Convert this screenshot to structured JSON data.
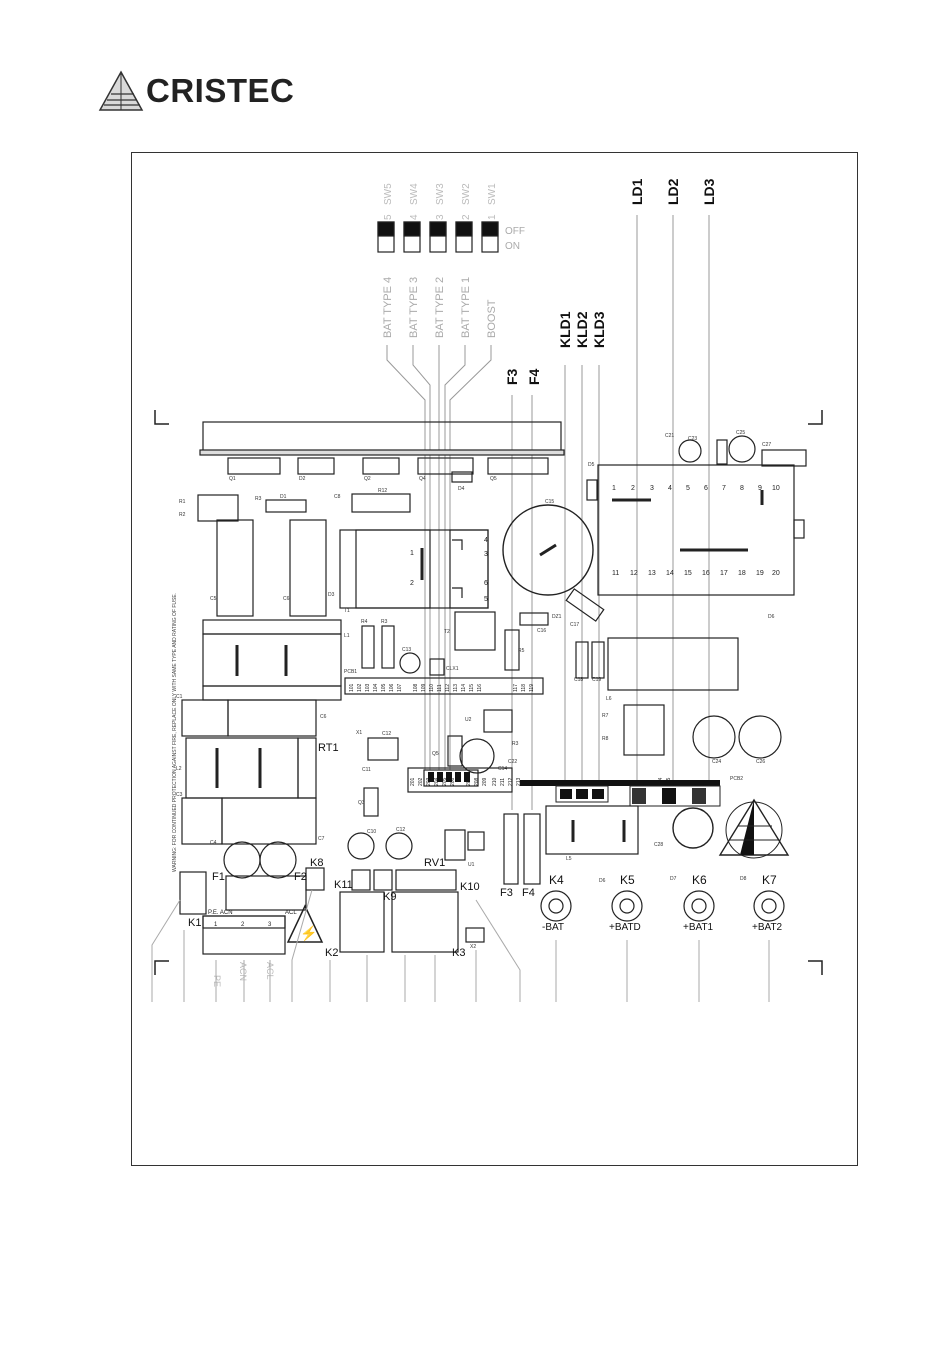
{
  "brand": {
    "name": "CRISTEC"
  },
  "switches": {
    "numbers": [
      "SW5",
      "SW4",
      "SW3",
      "SW2",
      "SW1"
    ],
    "positions": [
      "5",
      "4",
      "3",
      "2",
      "1"
    ],
    "off_label": "OFF",
    "on_label": "ON",
    "functions": [
      "BAT TYPE 4",
      "BAT TYPE 3",
      "BAT TYPE 2",
      "BAT TYPE 1",
      "BOOST"
    ]
  },
  "leds": [
    "LD1",
    "LD2",
    "LD3"
  ],
  "kleds": [
    "KLD1",
    "KLD2",
    "KLD3"
  ],
  "fuses_top": [
    "F3",
    "F4"
  ],
  "ac_terminals": {
    "terminal_block": "K1",
    "pins": [
      "1",
      "2",
      "3"
    ],
    "pin_names": [
      "PE",
      "ACN",
      "ACL"
    ],
    "header_text": "P.E. ACN",
    "acl_text": "ACL"
  },
  "board_labels": {
    "F1": "F1",
    "F2": "F2",
    "K8": "K8",
    "K2": "K2",
    "K3": "K3",
    "K9": "K9",
    "K10": "K10",
    "K11": "K11",
    "RV1": "RV1",
    "RT1": "RT1",
    "F3": "F3",
    "F4": "F4"
  },
  "dc_outputs": [
    {
      "connector": "K4",
      "label": "-BAT"
    },
    {
      "connector": "K5",
      "label": "+BATD"
    },
    {
      "connector": "K6",
      "label": "+BAT1"
    },
    {
      "connector": "K7",
      "label": "+BAT2"
    }
  ],
  "small_labels": {
    "C1": "C1",
    "C2": "C2",
    "C3": "C3",
    "C4": "C4",
    "C5": "C5",
    "C6": "C6",
    "C7": "C7",
    "C8": "C8",
    "C9": "C9",
    "C10": "C10",
    "C11": "C11",
    "C12": "C12",
    "C13": "C13",
    "C14": "C14",
    "C15": "C15",
    "C16": "C16",
    "C17": "C17",
    "C18": "C18",
    "C19": "C19",
    "C21": "C21",
    "C22": "C22",
    "C23": "C23",
    "C24": "C24",
    "C25": "C25",
    "C26": "C26",
    "C27": "C27",
    "C28": "C28",
    "Q1": "Q1",
    "Q2": "Q2",
    "Q3": "Q3",
    "Q4": "Q4",
    "Q5": "Q5",
    "D1": "D1",
    "D2": "D2",
    "D3": "D3",
    "D4": "D4",
    "D5": "D5",
    "D6": "D6",
    "D7": "D7",
    "D8": "D8",
    "R1": "R1",
    "R2": "R2",
    "R3": "R3",
    "R4": "R4",
    "R5": "R5",
    "R6": "R6",
    "R7": "R7",
    "R8": "R8",
    "R12": "R12",
    "L1": "L1",
    "L2": "L2",
    "L3": "L3",
    "L4": "L4",
    "L5": "L5",
    "L6": "L6",
    "T1": "T1",
    "T2": "T2",
    "U1": "U1",
    "U2": "U2",
    "X1": "X1",
    "X2": "X2",
    "DZ1": "DZ1",
    "CLX1": "CLX1",
    "PCB1": "PCB1",
    "PCB2": "PCB2"
  },
  "pcb1_pins": [
    "101",
    "102",
    "103",
    "104",
    "105",
    "106",
    "107",
    "108",
    "109",
    "110",
    "111",
    "112",
    "113",
    "114",
    "115",
    "116",
    "117",
    "118",
    "119"
  ],
  "pcb2_pins": [
    "201",
    "202",
    "203",
    "204",
    "205",
    "206",
    "207",
    "208",
    "209",
    "210",
    "211",
    "212",
    "213",
    "214",
    "215"
  ],
  "warning_text": "WARNING: FOR CONTINUED PROTECTION AGAINST FIRE, REPLACE ONLY WITH SAME TYPE AND RATING OF FUSE."
}
